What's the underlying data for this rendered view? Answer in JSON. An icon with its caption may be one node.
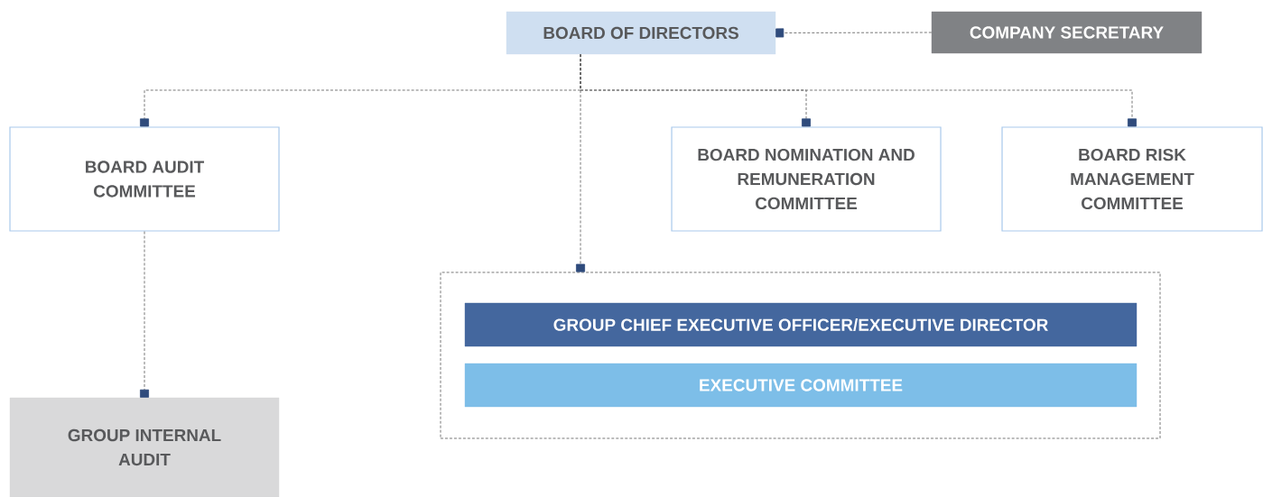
{
  "diagram": {
    "nodes": [
      {
        "text": [
          "BOARD OF DIRECTORS"
        ]
      },
      {
        "text": [
          "COMPANY SECRETARY"
        ]
      },
      {
        "text": [
          "BOARD AUDIT COMMITTEE"
        ]
      },
      {
        "text": [
          "BOARD NOMINATION AND REMUNERATION COMMITTEE"
        ]
      },
      {
        "text": [
          "BOARD RISK MANAGEMENT COMMITTEE"
        ]
      },
      {
        "text": [],
        "shape": "box"
      },
      {
        "text": [
          "GROUP CHIEF EXECUTIVE OFFICER/EXECUTIVE DIRECTOR"
        ],
        "in": 5
      },
      {
        "text": [
          "EXECUTIVE COMMITTEE"
        ],
        "in": 5
      },
      {
        "text": [
          "GROUP INTERNAL AUDIT"
        ]
      }
    ],
    "edges": [
      {
        "from": 1,
        "to": 0,
        "arrow": "other",
        "style": "dashed"
      },
      {
        "from": 0,
        "to": 2,
        "arrow": "other",
        "style": "dashed"
      },
      {
        "from": 0,
        "to": 3,
        "arrow": "other",
        "style": "dashed"
      },
      {
        "from": 0,
        "to": 4,
        "arrow": "other",
        "style": "dashed"
      },
      {
        "from": 0,
        "to": 5,
        "arrow": "other",
        "style": "dashed"
      },
      {
        "from": 2,
        "to": 8,
        "arrow": "other",
        "style": "dashed"
      }
    ]
  }
}
